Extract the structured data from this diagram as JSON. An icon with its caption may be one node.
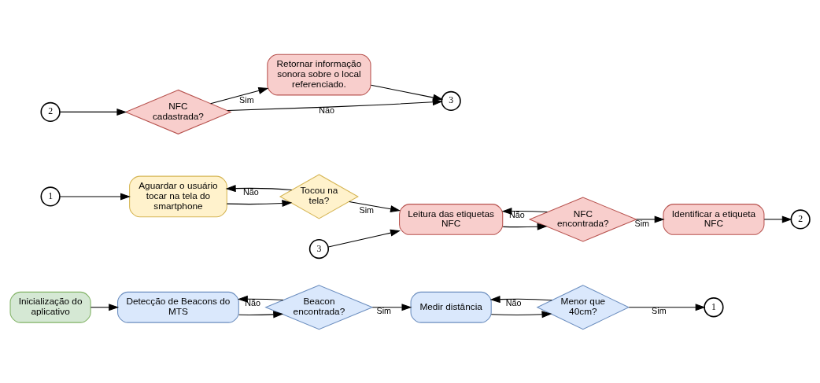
{
  "diagram": {
    "nodes": [
      {
        "text": [
          "Inicialização do aplicativo"
        ]
      },
      {
        "text": [
          "Detecção de Beacons do MTS"
        ]
      },
      {
        "text": [
          "Beacon encontrada?"
        ]
      },
      {
        "text": [
          "Medir distância"
        ]
      },
      {
        "text": [
          "Menor que 40cm?"
        ]
      },
      {
        "text": [
          "1"
        ]
      },
      {
        "text": [
          "1"
        ]
      },
      {
        "text": [
          "Aguardar o usuário tocar na tela do smartphone"
        ]
      },
      {
        "text": [
          "Tocou na tela?"
        ]
      },
      {
        "text": [
          "3"
        ]
      },
      {
        "text": [
          "Leitura das etiquetas NFC"
        ]
      },
      {
        "text": [
          "NFC encontrada?"
        ]
      },
      {
        "text": [
          "Identificar a etiqueta NFC"
        ]
      },
      {
        "text": [
          "2"
        ]
      },
      {
        "text": [
          "2"
        ]
      },
      {
        "text": [
          "NFC cadastrada?"
        ]
      },
      {
        "text": [
          "Retornar informação sonora sobre o local referenciado."
        ]
      },
      {
        "text": [
          "3"
        ]
      }
    ],
    "edges": [
      {
        "from": 0,
        "to": 1,
        "arrow": "to"
      },
      {
        "from": 1,
        "to": 2,
        "arrow": "to"
      },
      {
        "from": 2,
        "to": 3,
        "arrow": "to",
        "label": "Sim"
      },
      {
        "from": 2,
        "to": 1,
        "arrow": "to",
        "label": "Não"
      },
      {
        "from": 3,
        "to": 4,
        "arrow": "to"
      },
      {
        "from": 4,
        "to": 5,
        "arrow": "to",
        "label": "Sim"
      },
      {
        "from": 4,
        "to": 3,
        "arrow": "to",
        "label": "Não"
      },
      {
        "from": 6,
        "to": 7,
        "arrow": "to"
      },
      {
        "from": 7,
        "to": 8,
        "arrow": "to"
      },
      {
        "from": 8,
        "to": 10,
        "arrow": "to",
        "label": "Sim"
      },
      {
        "from": 8,
        "to": 7,
        "arrow": "to",
        "label": "Não"
      },
      {
        "from": 9,
        "to": 10,
        "arrow": "to"
      },
      {
        "from": 10,
        "to": 11,
        "arrow": "to"
      },
      {
        "from": 11,
        "to": 12,
        "arrow": "to",
        "label": "Sim"
      },
      {
        "from": 11,
        "to": 10,
        "arrow": "to",
        "label": "Não"
      },
      {
        "from": 12,
        "to": 13,
        "arrow": "to"
      },
      {
        "from": 14,
        "to": 15,
        "arrow": "to"
      },
      {
        "from": 15,
        "to": 16,
        "arrow": "to",
        "label": "Sim"
      },
      {
        "from": 15,
        "to": 17,
        "arrow": "to",
        "label": "Não"
      },
      {
        "from": 16,
        "to": 17,
        "arrow": "to"
      }
    ]
  }
}
